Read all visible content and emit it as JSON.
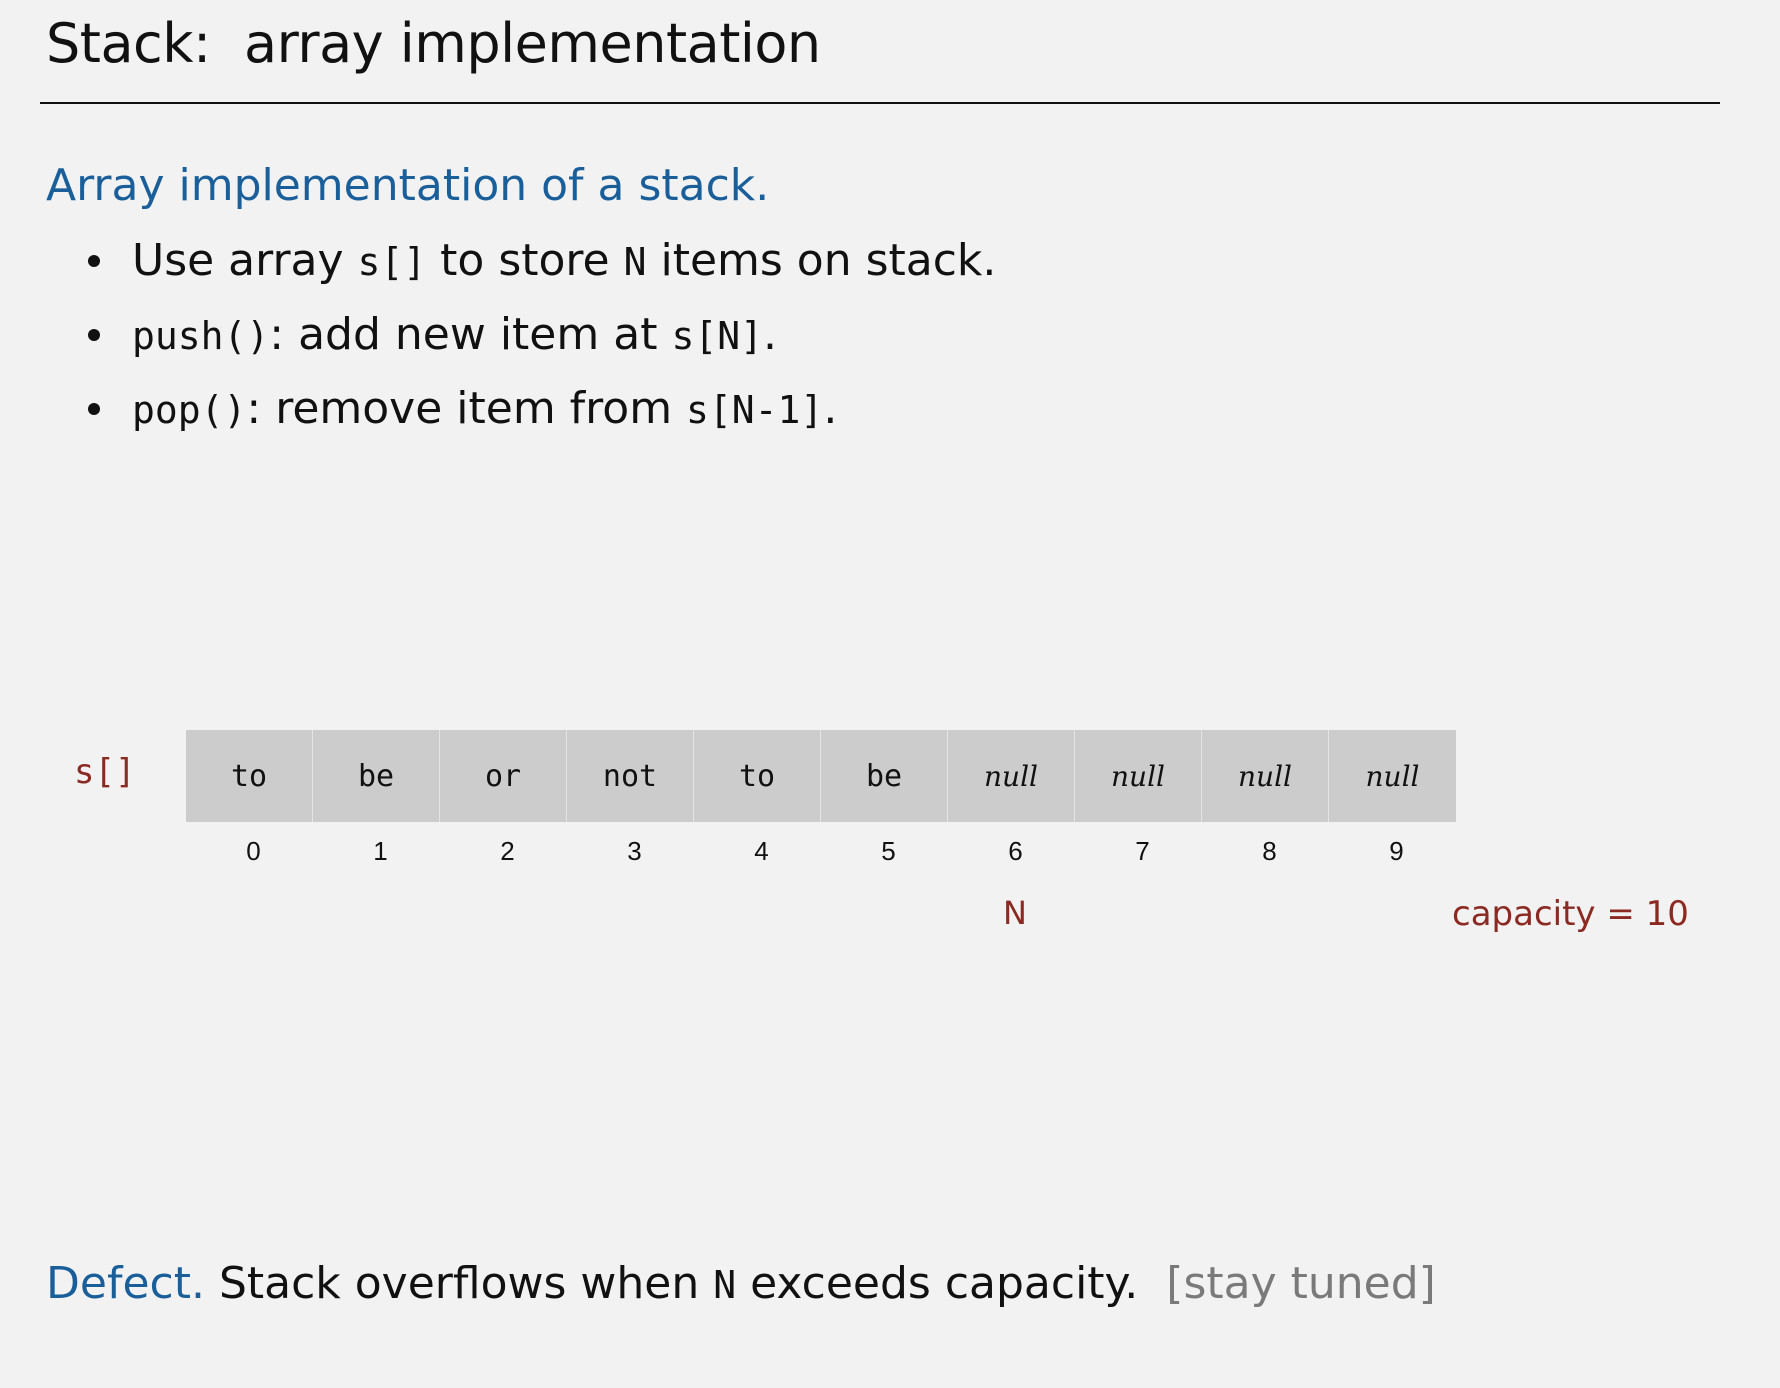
{
  "title": "Stack:  array implementation",
  "heading": "Array implementation of a stack.",
  "bullets": [
    {
      "pre": "Use array ",
      "code1": "s[]",
      "mid": " to store ",
      "code2": "N",
      "post": " items on stack."
    },
    {
      "code1": "push()",
      "mid": ":  add new item at ",
      "code2": "s[N]",
      "post": "."
    },
    {
      "code1": "pop()",
      "mid": ":  remove item from ",
      "code2": "s[N-1]",
      "post": "."
    }
  ],
  "diagram": {
    "array_label": "s[]",
    "cells": [
      "to",
      "be",
      "or",
      "not",
      "to",
      "be",
      "null",
      "null",
      "null",
      "null"
    ],
    "indices": [
      "0",
      "1",
      "2",
      "3",
      "4",
      "5",
      "6",
      "7",
      "8",
      "9"
    ],
    "n_label": "N",
    "n_index": 6,
    "capacity_label": "capacity = 10"
  },
  "defect": {
    "lead": "Defect.",
    "text_pre": "  Stack overflows when ",
    "code": "N",
    "text_post": " exceeds capacity.",
    "note": "[stay tuned]"
  }
}
